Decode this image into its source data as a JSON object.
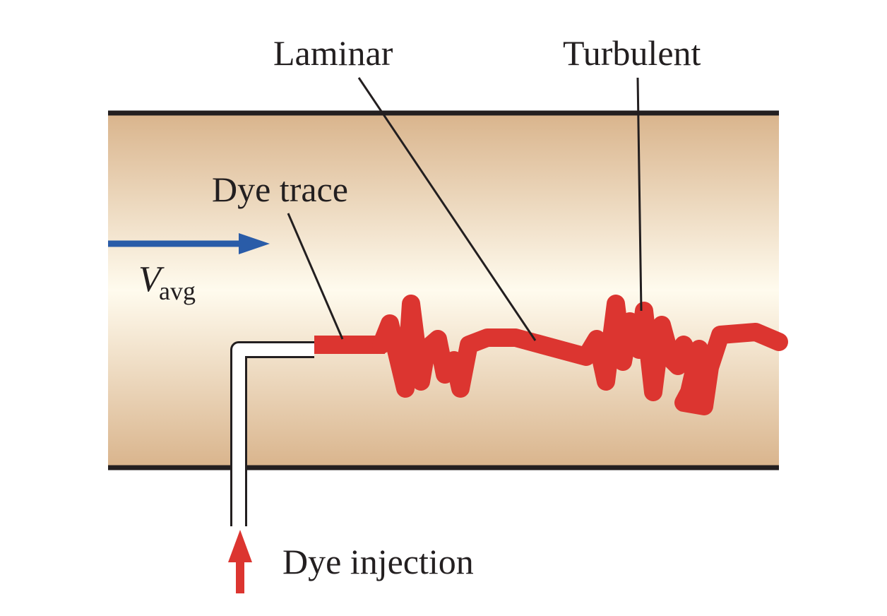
{
  "labels": {
    "laminar": "Laminar",
    "turbulent": "Turbulent",
    "dye_trace": "Dye trace",
    "velocity_symbol": "V",
    "velocity_subscript": "avg",
    "dye_injection": "Dye injection"
  },
  "colors": {
    "pipe_edge": "#d9b48c",
    "pipe_center": "#fffbee",
    "pipe_wall": "#231f20",
    "dye": "#dc3530",
    "flow_arrow": "#2a5ca8",
    "injection_arrow": "#dc3530",
    "leader_line": "#231f20"
  }
}
